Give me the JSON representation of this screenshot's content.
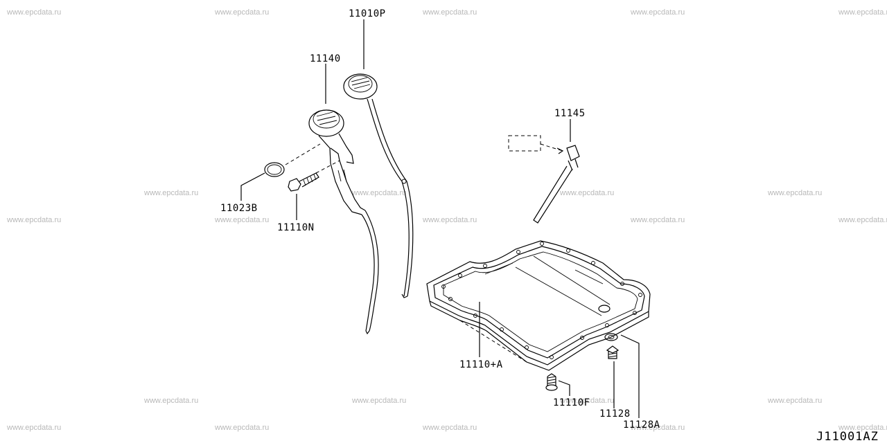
{
  "watermark": "www.epcdata.ru",
  "diagram_code": "J11001AZ",
  "parts": {
    "p11010P": "11010P",
    "p11140": "11140",
    "p11145": "11145",
    "p11023B": "11023B",
    "p11110N": "11110N",
    "p11110A": "11110+A",
    "p11110F": "11110F",
    "p11128": "11128",
    "p11128A": "11128A"
  }
}
